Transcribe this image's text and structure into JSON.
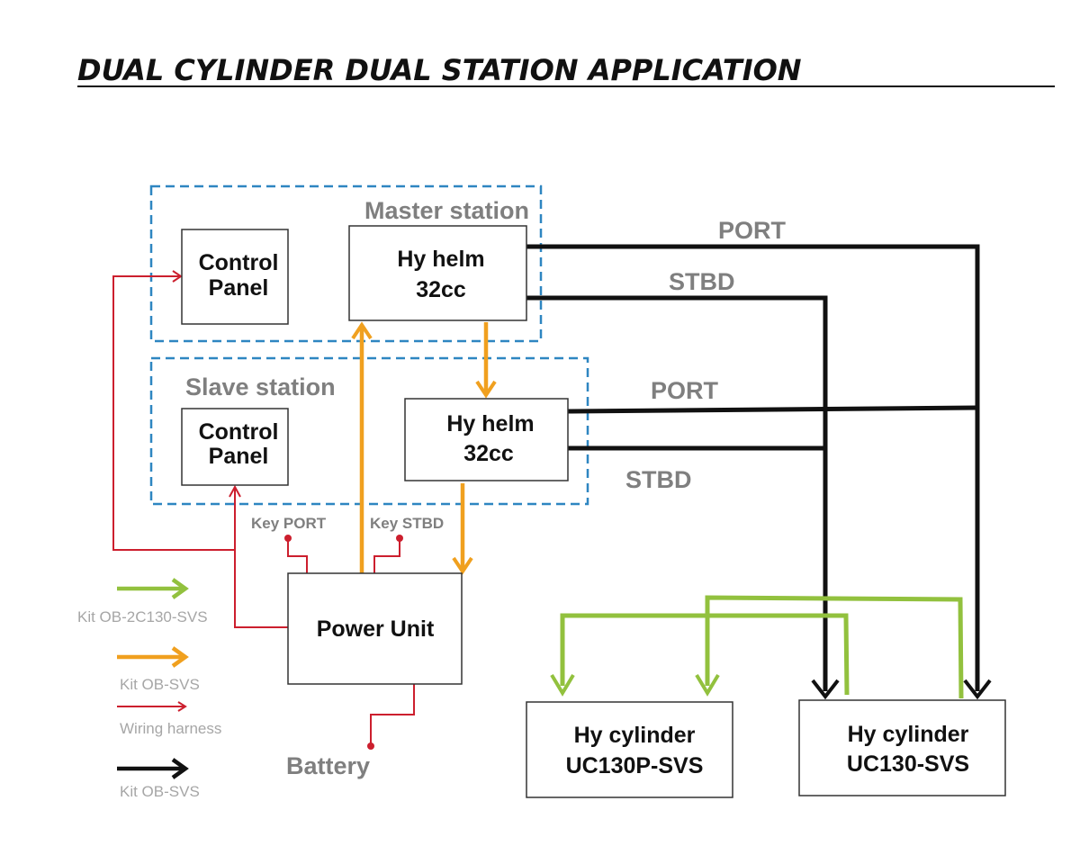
{
  "title": "DUAL CYLINDER DUAL STATION APPLICATION",
  "stations": {
    "master": "Master station",
    "slave": "Slave station"
  },
  "boxes": {
    "control_panel_master": [
      "Control",
      "Panel"
    ],
    "helm_master": [
      "Hy helm",
      "32cc"
    ],
    "control_panel_slave": [
      "Control",
      "Panel"
    ],
    "helm_slave": [
      "Hy helm",
      "32cc"
    ],
    "power_unit": "Power Unit",
    "cyl_port": [
      "Hy cylinder",
      "UC130P-SVS"
    ],
    "cyl_stbd": [
      "Hy cylinder",
      "UC130-SVS"
    ]
  },
  "lines": {
    "port_master": "PORT",
    "stbd_master": "STBD",
    "port_slave": "PORT",
    "stbd_slave": "STBD"
  },
  "keys": {
    "port": "Key PORT",
    "stbd": "Key STBD"
  },
  "battery": "Battery",
  "legend": [
    {
      "label": "Kit OB-2C130-SVS",
      "color": "#92c13e"
    },
    {
      "label": "Kit OB-SVS",
      "color": "#f0a01f"
    },
    {
      "label": "Wiring harness",
      "color": "#cc1f2e"
    },
    {
      "label": "Kit OB-SVS",
      "color": "#111111"
    }
  ],
  "colors": {
    "station_border": "#2e86c1",
    "hydraulic_orange": "#f0a01f",
    "cylinder_green": "#92c13e",
    "wiring_red": "#cc1f2e",
    "kit_black": "#111111"
  }
}
